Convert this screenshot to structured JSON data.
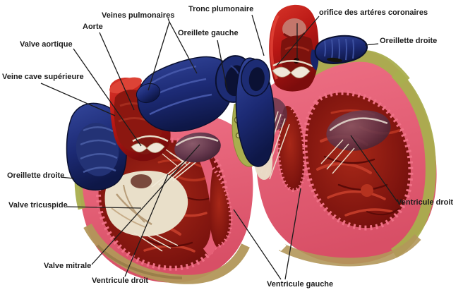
{
  "figure": {
    "description": "Coupes du coeur (deux demi-coeurs annotés)",
    "background": "#ffffff"
  },
  "labels": [
    {
      "id": "veines-pulmonaires",
      "text": "Veines pulmonaires"
    },
    {
      "id": "tronc-plumonaire",
      "text": "Tronc plumonaire"
    },
    {
      "id": "orifice-arteres-coronaires",
      "text": "orifice des artéres coronaires"
    },
    {
      "id": "aorte",
      "text": "Aorte"
    },
    {
      "id": "oreillete-gauche",
      "text": "Oreillete gauche"
    },
    {
      "id": "oreillette-droite-droite",
      "text": "Oreillette droite"
    },
    {
      "id": "valve-aortique",
      "text": "Valve aortique"
    },
    {
      "id": "veine-cave-superieure",
      "text": "Veine cave supérieure"
    },
    {
      "id": "oreillette-droite-gauche",
      "text": "Oreillette droite"
    },
    {
      "id": "valve-tricuspide",
      "text": "Valve tricuspide"
    },
    {
      "id": "ventricule-droit-droite",
      "text": "Ventricule droit"
    },
    {
      "id": "valve-mitrale",
      "text": "Valve mitrale"
    },
    {
      "id": "ventricule-droit-gauche",
      "text": "Ventricule droit"
    },
    {
      "id": "ventricule-gauche",
      "text": "Ventricule gauche"
    }
  ],
  "colors": {
    "label_text": "#1c1c1c",
    "leader_line": "#1c1c1c",
    "artery_red": "#c41e1c",
    "vein_blue": "#1c2a74",
    "myocardium_pink": "#e55f76",
    "cavity_dark_red": "#7c130e",
    "trabeculae_red": "#c03a28",
    "epicardium_green": "#a9ae4e",
    "fat_tan": "#b2975a",
    "valve_cream": "#e9dfc9",
    "background": "#ffffff"
  }
}
